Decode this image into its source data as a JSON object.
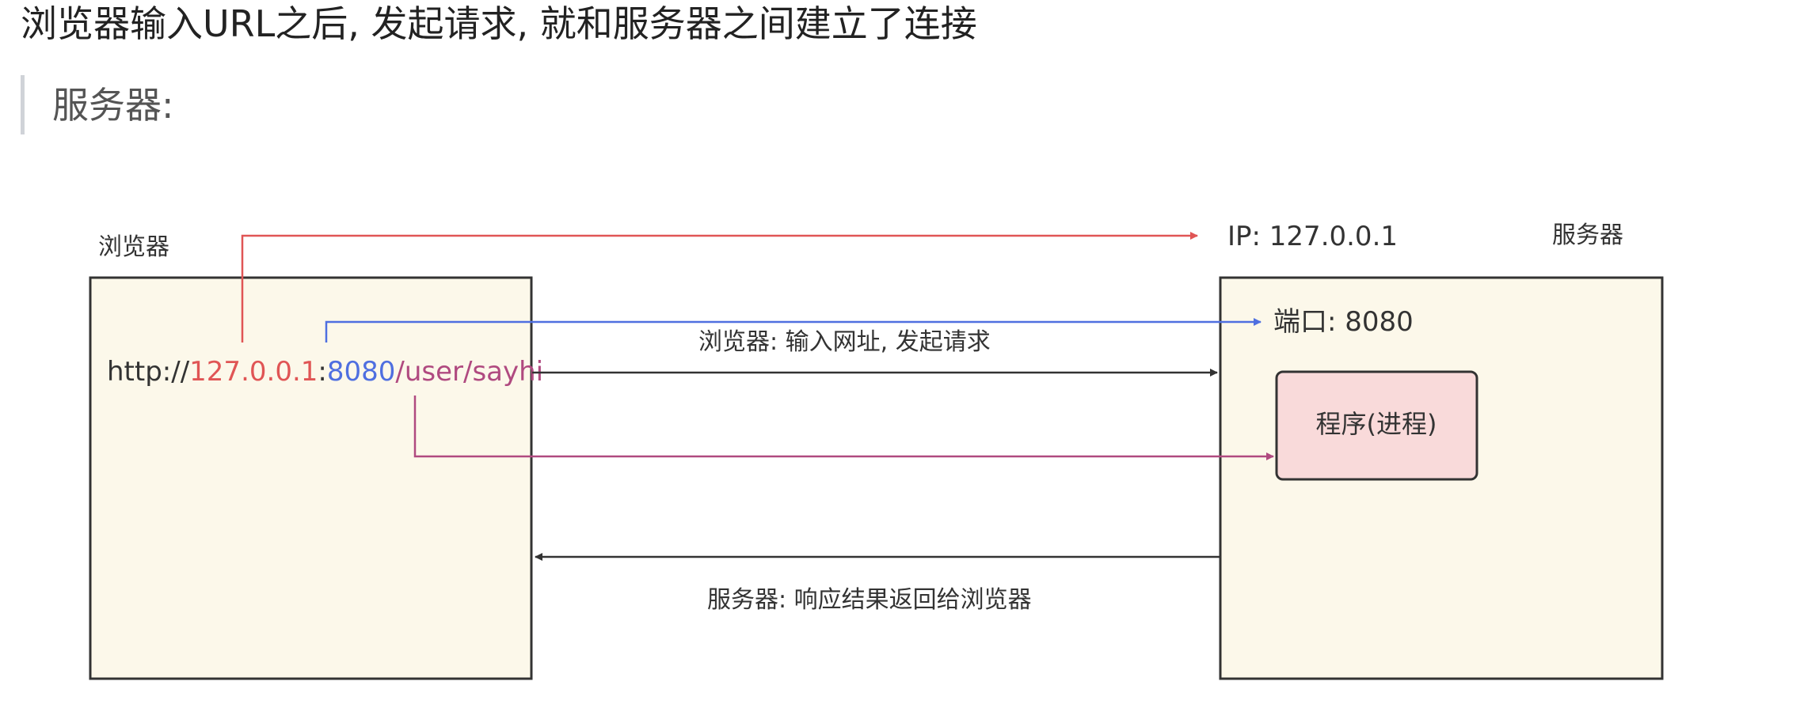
{
  "heading": "浏览器输入URL之后, 发起请求, 就和服务器之间建立了连接",
  "quote": "服务器:",
  "diagram": {
    "browser_label": "浏览器",
    "server_label": "服务器",
    "ip_label": "IP: 127.0.0.1",
    "port_label": "端口: 8080",
    "process_label": "程序(进程)",
    "url": {
      "scheme": "http://",
      "host": "127.0.0.1",
      "colon": ":",
      "port": "8080",
      "path": "/user/sayhi"
    },
    "request_label": "浏览器: 输入网址, 发起请求",
    "response_label": "服务器: 响应结果返回给浏览器",
    "colors": {
      "box_fill": "#fcf8ea",
      "box_stroke": "#333333",
      "process_fill": "#f9dada",
      "ip_arrow": "#e05555",
      "port_arrow": "#4f6fe0",
      "path_arrow": "#b04a80",
      "black_arrow": "#333333"
    }
  }
}
